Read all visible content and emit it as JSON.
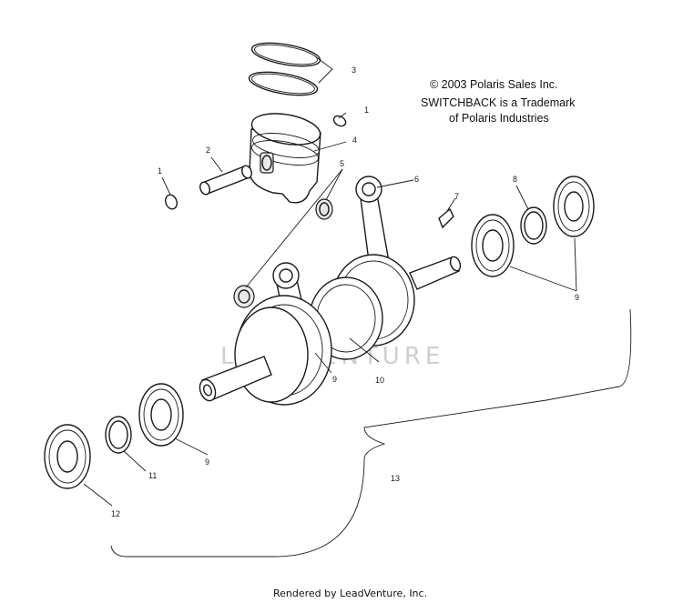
{
  "notice": {
    "line1": "© 2003 Polaris Sales Inc.",
    "line2": "SWITCHBACK is a Trademark",
    "line3": "of Polaris Industries"
  },
  "callouts": {
    "c1a": "1",
    "c1b": "1",
    "c2": "2",
    "c3": "3",
    "c4": "4",
    "c5": "5",
    "c6": "6",
    "c7": "7",
    "c8": "8",
    "c9a": "9",
    "c9b": "9",
    "c9c": "9",
    "c10": "10",
    "c11": "11",
    "c12": "12",
    "c13": "13"
  },
  "watermark": "LEADVENTURE",
  "credit": "Rendered by LeadVenture, Inc."
}
